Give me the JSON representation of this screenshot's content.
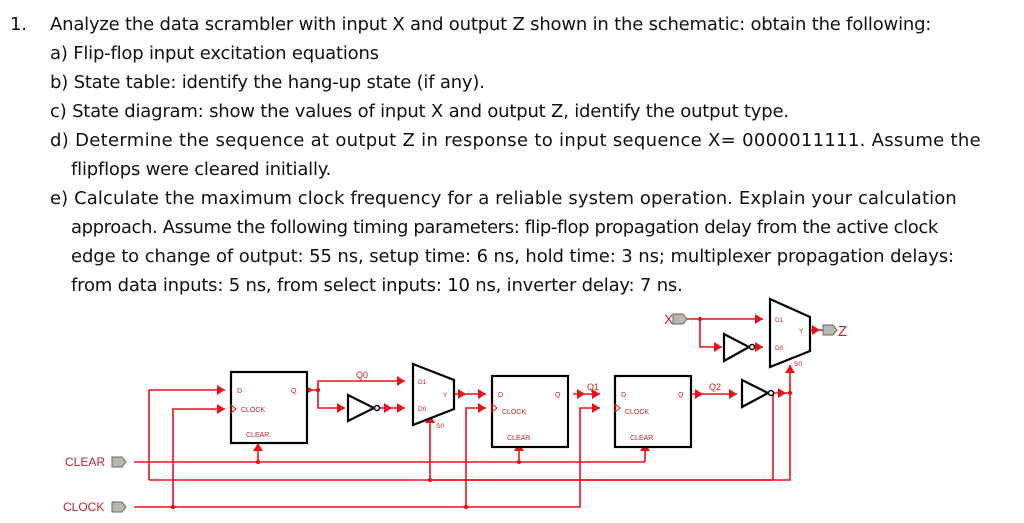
{
  "question": {
    "number": "1.",
    "intro": "Analyze the data scrambler with input X and output Z shown in the schematic: obtain the following:",
    "parts": [
      {
        "label": "a)",
        "text": "Flip-flop input excitation equations"
      },
      {
        "label": "b)",
        "text": "State table: identify the hang-up state (if any)."
      },
      {
        "label": "c)",
        "text": "State diagram: show the values of input X and output Z, identify the output type."
      },
      {
        "label": "d)",
        "text": "Determine the sequence at output Z in response to input sequence X= 0000011111. Assume the",
        "continuation": [
          "flipflops were cleared initially."
        ]
      },
      {
        "label": "e)",
        "text": "Calculate the maximum clock frequency for a reliable system operation.  Explain your calculation",
        "continuation": [
          "approach. Assume the following timing parameters: flip-flop propagation delay from the active clock",
          "edge to change of output: 55 ns, setup time: 6 ns, hold time: 3 ns; multiplexer propagation delays:",
          "from data inputs: 5 ns, from select inputs: 10 ns, inverter delay: 7 ns."
        ]
      }
    ]
  },
  "schematic": {
    "inputs": {
      "x": "X",
      "clear": "CLEAR",
      "clock": "CLOCK"
    },
    "output": "Z",
    "flipflops": [
      {
        "d": "D",
        "q": "Q",
        "clock": "CLOCK",
        "clear": "CLEAR"
      },
      {
        "d": "D",
        "q": "Q",
        "clock": "CLOCK",
        "clear": "CLEAR"
      },
      {
        "d": "D",
        "q": "Q",
        "clock": "CLOCK",
        "clear": "CLEAR"
      }
    ],
    "nets": {
      "q0": "Q0",
      "q1": "Q1",
      "q2": "Q2"
    },
    "mux": {
      "d1": "D1",
      "d0": "D0",
      "y": "Y",
      "s0": "S0"
    }
  }
}
